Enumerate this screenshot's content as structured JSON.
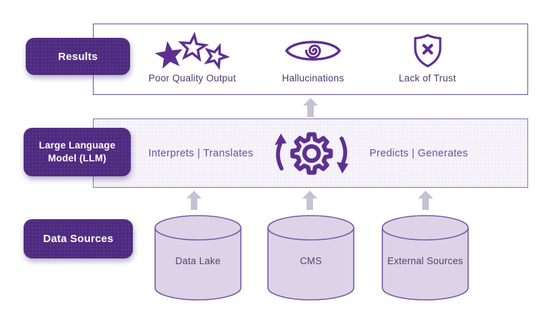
{
  "palette": {
    "brand_purple": "#4e2b80",
    "icon_purple": "#5e2f91",
    "caption_purple": "#4d3a6b",
    "llm_text_purple": "#6b4f9e",
    "frame_border": "#70509c",
    "llm_frame_border": "#8a6bb0",
    "llm_frame_fill": "#f6f3fa",
    "cylinder_fill": "#ddd3e8",
    "cylinder_stroke": "#7a5aa3",
    "cylinder_text": "#544364",
    "flow_arrow_gray": "#c7c1d3",
    "background": "#ffffff"
  },
  "rows": {
    "results": {
      "label": "Results",
      "items": [
        {
          "icon": "star-rating-icon",
          "label": "Poor Quality Output"
        },
        {
          "icon": "eye-spiral-icon",
          "label": "Hallucinations"
        },
        {
          "icon": "shield-x-icon",
          "label": "Lack of Trust"
        }
      ]
    },
    "llm": {
      "label_lines": [
        "Large Language",
        "Model (LLM)"
      ],
      "left_text": "Interprets | Translates",
      "right_text": "Predicts | Generates",
      "icon": "gear-rotation-icon"
    },
    "data_sources": {
      "label": "Data Sources",
      "items": [
        {
          "label": "Data Lake"
        },
        {
          "label": "CMS"
        },
        {
          "label": "External Sources"
        }
      ]
    }
  }
}
